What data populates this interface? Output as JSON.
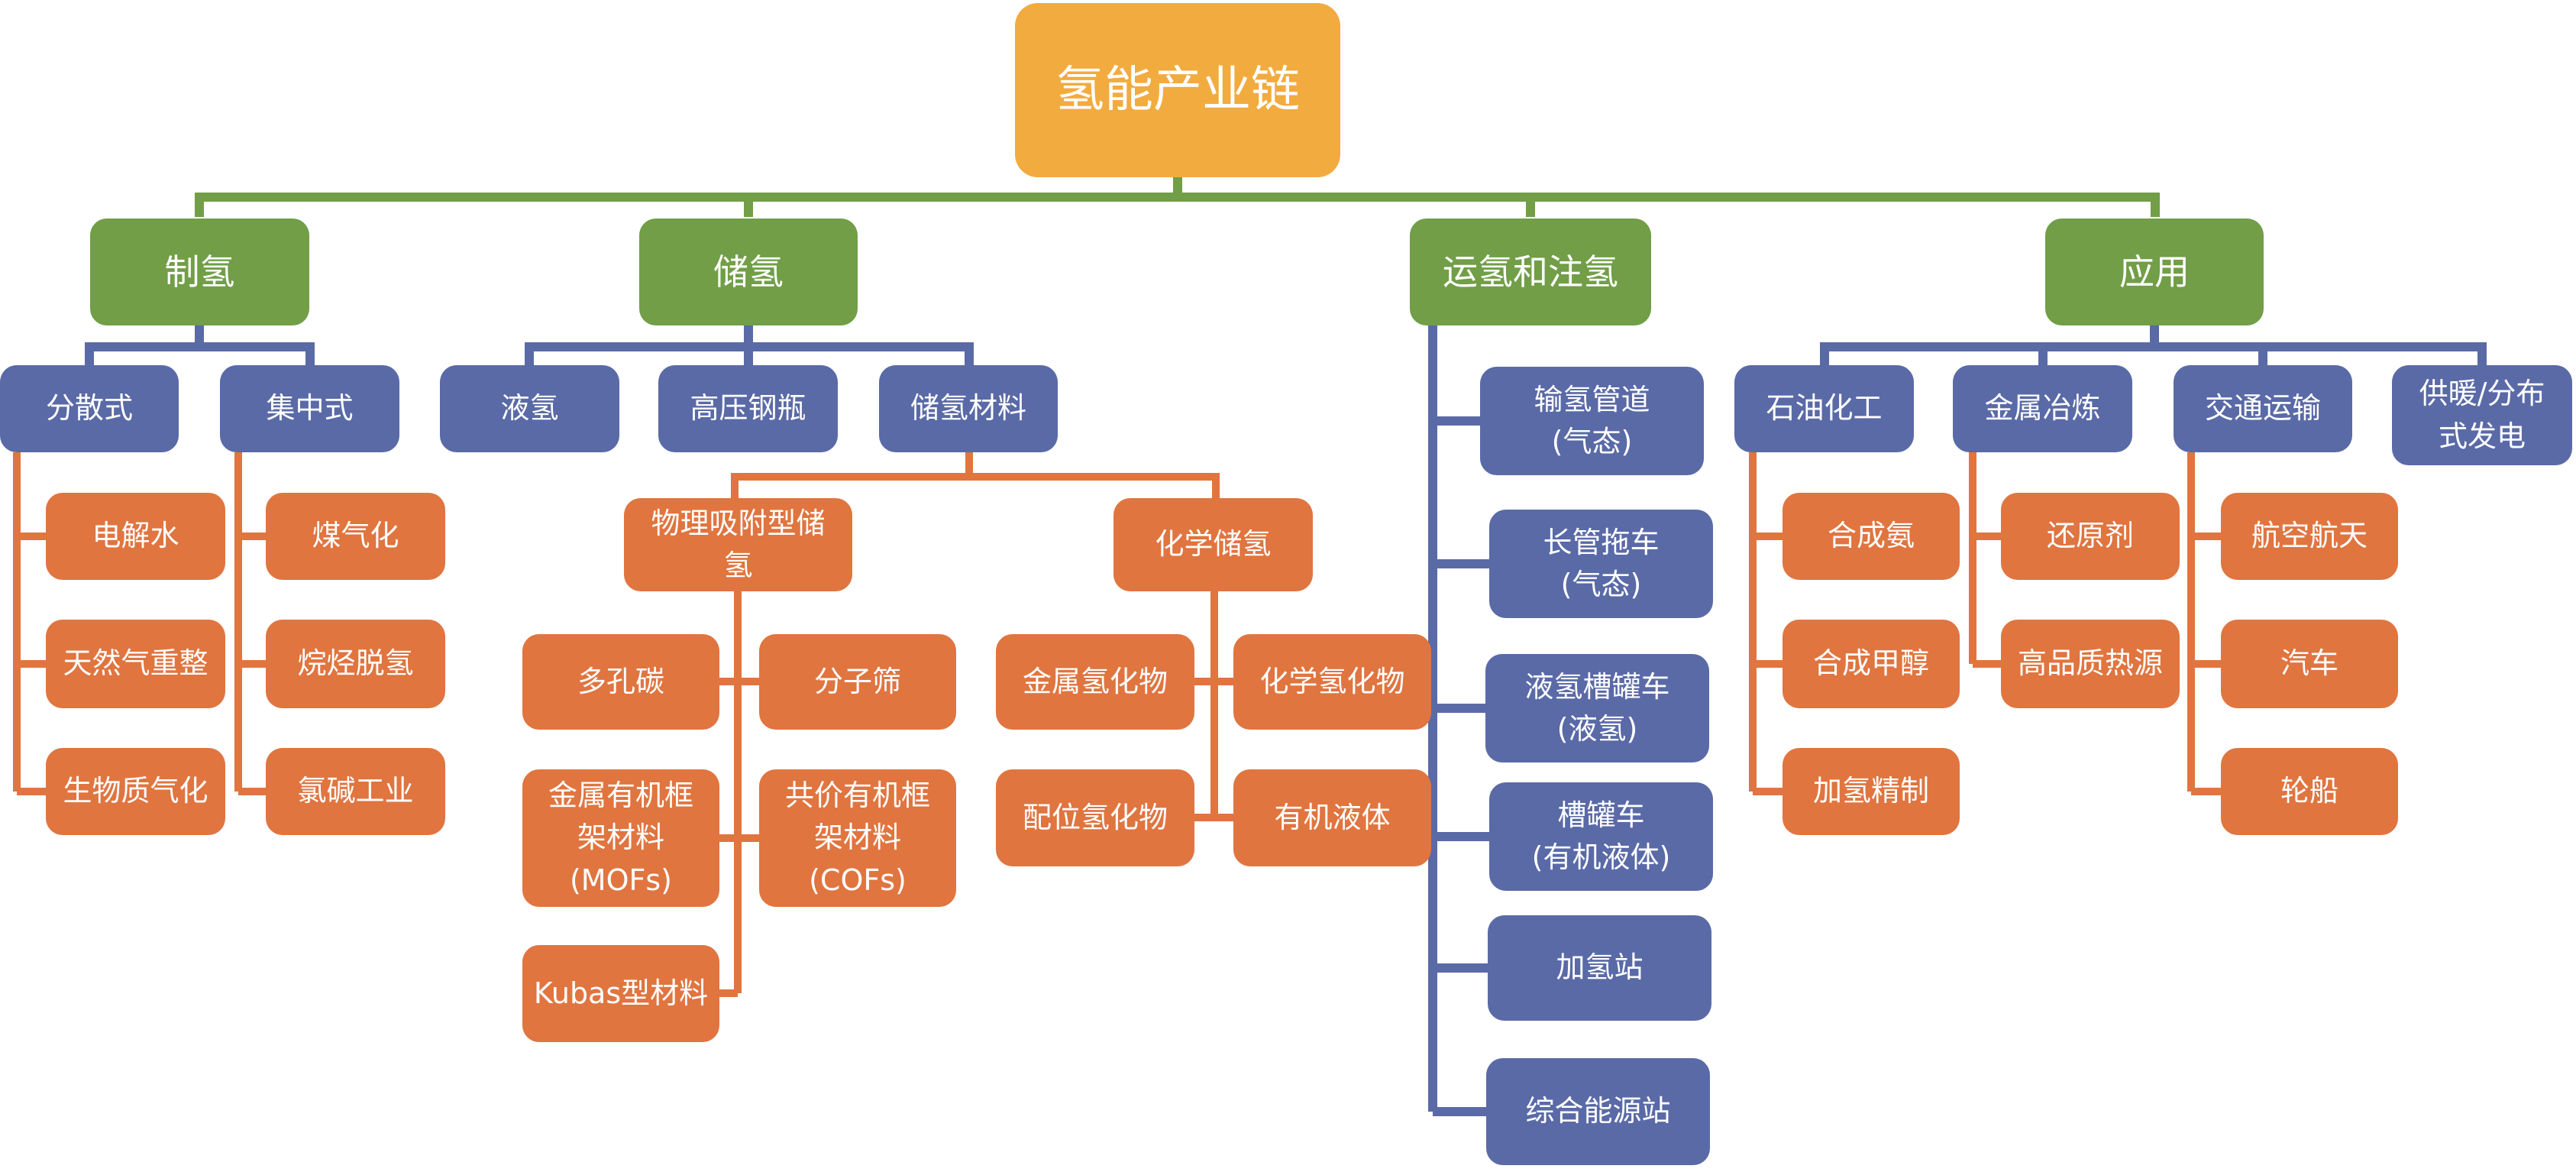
{
  "colors": {
    "root": "#F2AB3E",
    "level1": "#719E47",
    "level2": "#5A6AA7",
    "level3": "#E07540",
    "connector_green": "#719E47",
    "connector_blue": "#5A6AA7",
    "connector_orange": "#E07540"
  },
  "root": {
    "label": "氢能产业链"
  },
  "production": {
    "label": "制氢",
    "children": [
      {
        "label": "分散式",
        "children": [
          "电解水",
          "天然气重整",
          "生物质气化"
        ]
      },
      {
        "label": "集中式",
        "children": [
          "煤气化",
          "烷烃脱氢",
          "氯碱工业"
        ]
      }
    ]
  },
  "storage": {
    "label": "储氢",
    "children": [
      {
        "label": "液氢"
      },
      {
        "label": "高压钢瓶"
      },
      {
        "label": "储氢材料",
        "children": [
          {
            "label": "物理吸附型储\n氢",
            "children": [
              "多孔碳",
              "分子筛",
              "金属有机框\n架材料\n(MOFs)",
              "共价有机框\n架材料\n(COFs)",
              "Kubas型材料"
            ]
          },
          {
            "label": "化学储氢",
            "children": [
              "金属氢化物",
              "化学氢化物",
              "配位氢化物",
              "有机液体"
            ]
          }
        ]
      }
    ]
  },
  "transport": {
    "label": "运氢和注氢",
    "children": [
      "输氢管道\n(气态)",
      "长管拖车\n(气态)",
      "液氢槽罐车\n(液氢)",
      "槽罐车\n(有机液体)",
      "加氢站",
      "综合能源站"
    ]
  },
  "application": {
    "label": "应用",
    "children": [
      {
        "label": "石油化工",
        "children": [
          "合成氨",
          "合成甲醇",
          "加氢精制"
        ]
      },
      {
        "label": "金属冶炼",
        "children": [
          "还原剂",
          "高品质热源"
        ]
      },
      {
        "label": "交通运输",
        "children": [
          "航空航天",
          "汽车",
          "轮船"
        ]
      },
      {
        "label": "供暖/分布\n式发电"
      }
    ]
  }
}
